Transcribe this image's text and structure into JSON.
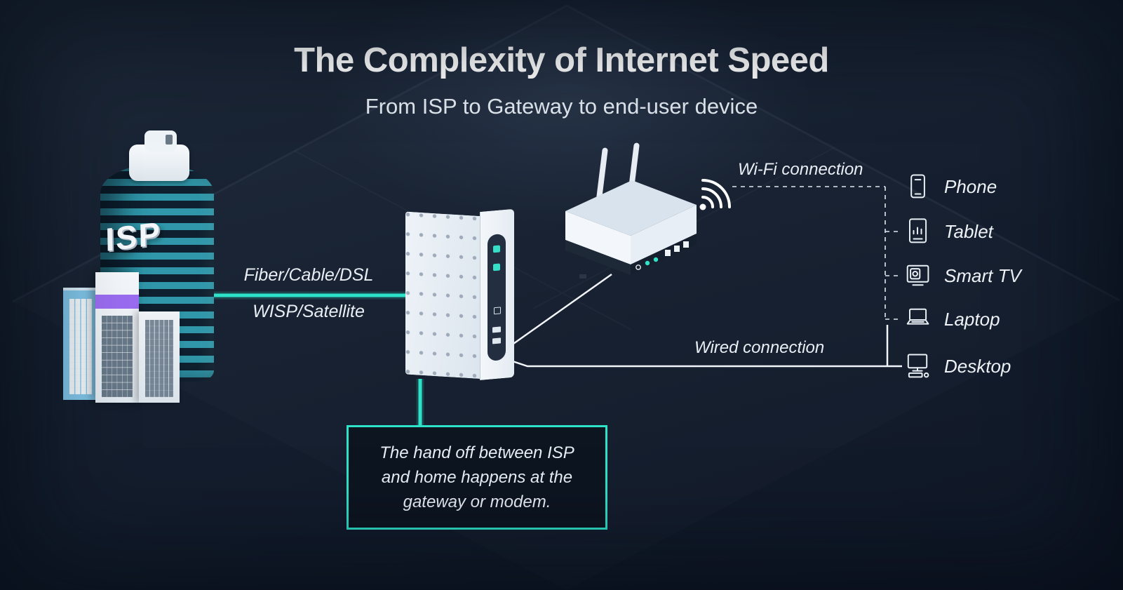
{
  "header": {
    "title": "The Complexity of Internet Speed",
    "subtitle": "From ISP to Gateway to end-user device"
  },
  "isp_building": {
    "label": "ISP"
  },
  "links": {
    "isp_gateway_label_1": "Fiber/Cable/DSL",
    "isp_gateway_label_2": "WISP/Satellite",
    "wifi_label": "Wi-Fi connection",
    "wired_label": "Wired connection"
  },
  "callout": {
    "lines": [
      "The hand off between ISP",
      "and home happens at the",
      "gateway or modem."
    ]
  },
  "devices": [
    {
      "id": "phone",
      "icon": "phone-icon",
      "label": "Phone"
    },
    {
      "id": "tablet",
      "icon": "tablet-icon",
      "label": "Tablet"
    },
    {
      "id": "smart-tv",
      "icon": "smart-tv-icon",
      "label": "Smart TV"
    },
    {
      "id": "laptop",
      "icon": "laptop-icon",
      "label": "Laptop"
    },
    {
      "id": "desktop",
      "icon": "desktop-icon",
      "label": "Desktop"
    }
  ],
  "colors": {
    "accent_teal": "#2ee2c9",
    "background_navy": "#141d2c",
    "text_white": "#ffffff",
    "purple_band": "#9a6cf0"
  }
}
